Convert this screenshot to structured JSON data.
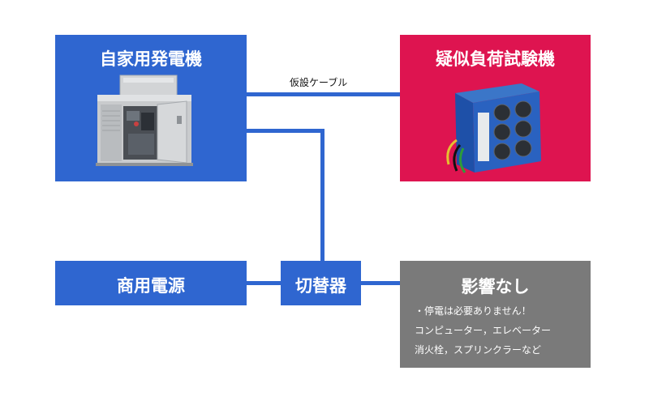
{
  "generator": {
    "title": "自家用発電機",
    "color": "#2f66d0"
  },
  "load_tester": {
    "title": "疑似負荷試験機",
    "color": "#de1450"
  },
  "cable": {
    "label": "仮設ケーブル"
  },
  "commercial_power": {
    "title": "商用電源"
  },
  "switch": {
    "title": "切替器"
  },
  "impact": {
    "title": "影響なし",
    "color": "#7a7a7a",
    "notes": [
      "・停電は必要ありません！",
      "コンピューター，エレベーター",
      "消火栓，スプリンクラーなど"
    ]
  },
  "line_color": "#2f66d0"
}
